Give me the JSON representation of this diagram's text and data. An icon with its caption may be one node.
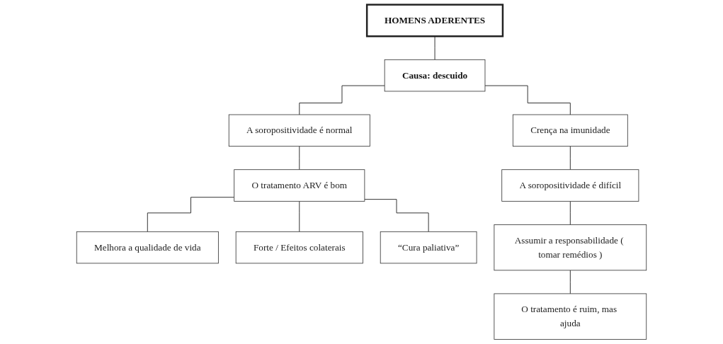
{
  "diagram": {
    "nodes": [
      {
        "text": [
          "HOMENS ADERENTES"
        ]
      },
      {
        "text": [
          "Causa: descuido"
        ]
      },
      {
        "text": [
          "A soropositividade é normal"
        ]
      },
      {
        "text": [
          "O tratamento ARV é bom"
        ]
      },
      {
        "text": [
          "Melhora a qualidade de vida"
        ]
      },
      {
        "text": [
          "Forte / Efeitos colaterais"
        ]
      },
      {
        "text": [
          "“Cura paliativa”"
        ]
      },
      {
        "text": [
          "Crença na imunidade"
        ]
      },
      {
        "text": [
          "A soropositividade é difícil"
        ]
      },
      {
        "text": [
          "Assumir a responsabilidade ( tomar remédios )"
        ]
      },
      {
        "text": [
          "O tratamento é ruim, mas ajuda"
        ]
      }
    ],
    "edges": [
      {
        "from": 0,
        "to": 1,
        "arrow": "none"
      },
      {
        "from": 1,
        "to": 2,
        "arrow": "none"
      },
      {
        "from": 1,
        "to": 7,
        "arrow": "none"
      },
      {
        "from": 2,
        "to": 3,
        "arrow": "none"
      },
      {
        "from": 3,
        "to": 4,
        "arrow": "none"
      },
      {
        "from": 3,
        "to": 5,
        "arrow": "none"
      },
      {
        "from": 3,
        "to": 6,
        "arrow": "none"
      },
      {
        "from": 7,
        "to": 8,
        "arrow": "none"
      },
      {
        "from": 8,
        "to": 9,
        "arrow": "none"
      },
      {
        "from": 9,
        "to": 10,
        "arrow": "none"
      }
    ]
  }
}
